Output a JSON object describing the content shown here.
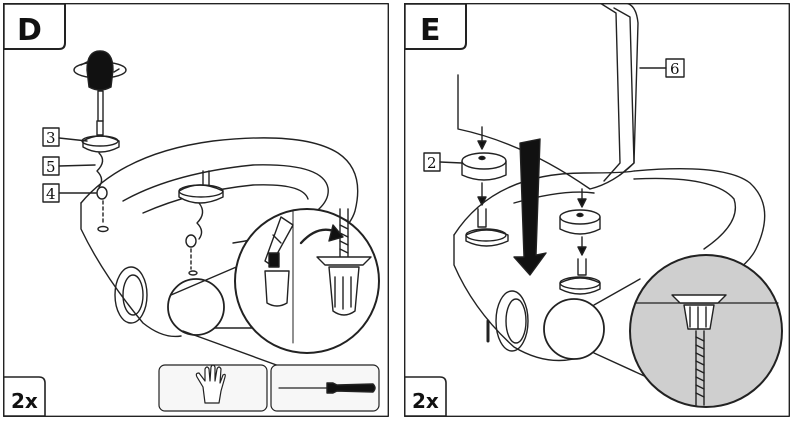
{
  "panels": [
    {
      "step": "D",
      "multiplier": "2x",
      "labels": [
        "3",
        "5",
        "4"
      ],
      "tools": [
        "hand-icon",
        "screwdriver-icon"
      ]
    },
    {
      "step": "E",
      "multiplier": "2x",
      "labels": [
        "2",
        "6"
      ]
    }
  ],
  "colors": {
    "line": "#222222",
    "zoom_fill": "#cfcfcf",
    "tool_box_fill": "#f7f7f7"
  }
}
